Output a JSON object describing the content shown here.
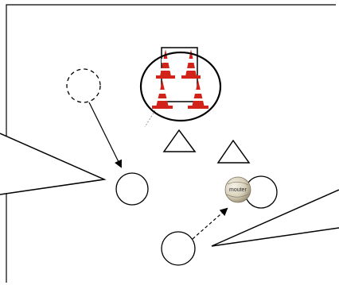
{
  "diagram": {
    "ball": {
      "brand_text": "mouter"
    },
    "elements": {
      "player_positions": 3,
      "dashed_player_positions": 1,
      "cones": 2,
      "ladder_group": 1,
      "callout_bubbles": 2
    },
    "colors": {
      "line": "#000000",
      "cone_red": "#d2231a",
      "cone_white": "#ffffff",
      "ball_base": "#d9d4bf",
      "background": "#ffffff"
    }
  }
}
